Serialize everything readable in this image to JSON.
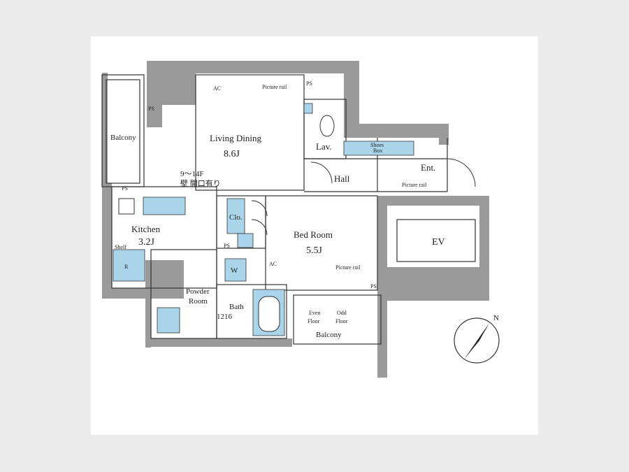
{
  "rooms": {
    "living_dining": {
      "name": "Living Dining",
      "size": "8.6J"
    },
    "kitchen": {
      "name": "Kitchen",
      "size": "3.2J"
    },
    "bedroom": {
      "name": "Bed Room",
      "size": "5.5J"
    },
    "balcony_top": "Balcony",
    "balcony_bottom": "Balcony",
    "lav": "Lav.",
    "hall": "Hall",
    "ent": "Ent.",
    "ev": "EV",
    "powder": {
      "line1": "Powder",
      "line2": "Room"
    },
    "bath": {
      "line1": "Bath",
      "line2": "1216"
    },
    "clo": "Clo.",
    "w": "W",
    "even_floor": {
      "line1": "Even",
      "line2": "Floor"
    },
    "odd_floor": {
      "line1": "Odd",
      "line2": "Floor"
    }
  },
  "fixtures": {
    "picture_rail": "Picture rail",
    "ac": "AC",
    "ps": "PS",
    "shoes_box": {
      "line1": "Shoes",
      "line2": "Box"
    },
    "shelf": "Shelf",
    "r": "R"
  },
  "notes": {
    "floors": "9～14F",
    "wall_opening": "壁 開口有り"
  },
  "compass": {
    "label": "N"
  },
  "colors": {
    "wall": "#9a9a9a",
    "fixture_blue": "#a9d4ea",
    "line": "#333333"
  }
}
